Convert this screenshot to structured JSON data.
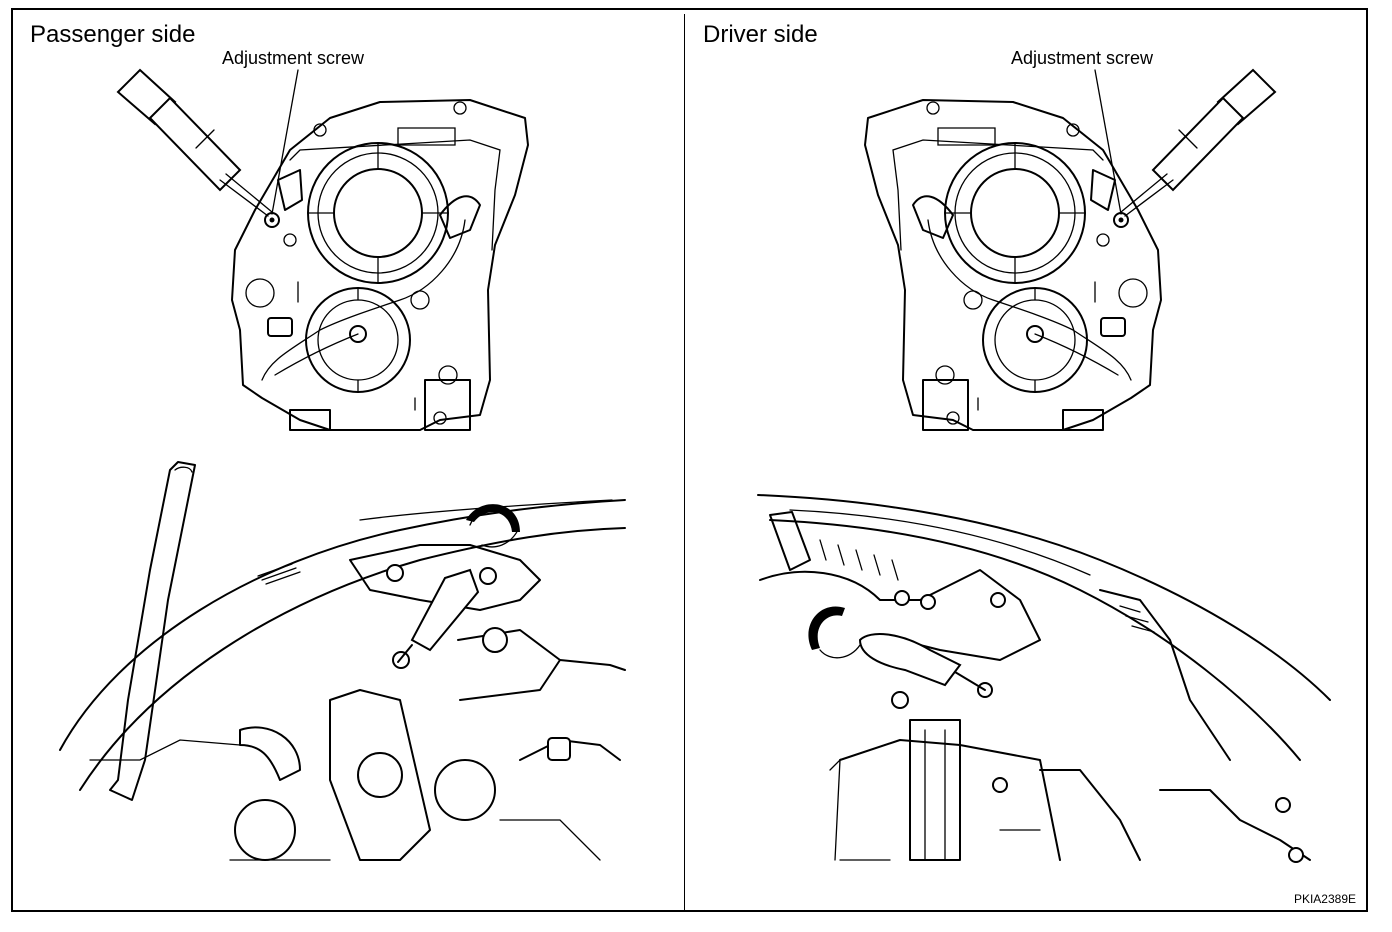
{
  "panels": {
    "left": {
      "title": "Passenger side",
      "callout": "Adjustment screw"
    },
    "right": {
      "title": "Driver side",
      "callout": "Adjustment screw"
    }
  },
  "figure_id": "PKIA2389E"
}
